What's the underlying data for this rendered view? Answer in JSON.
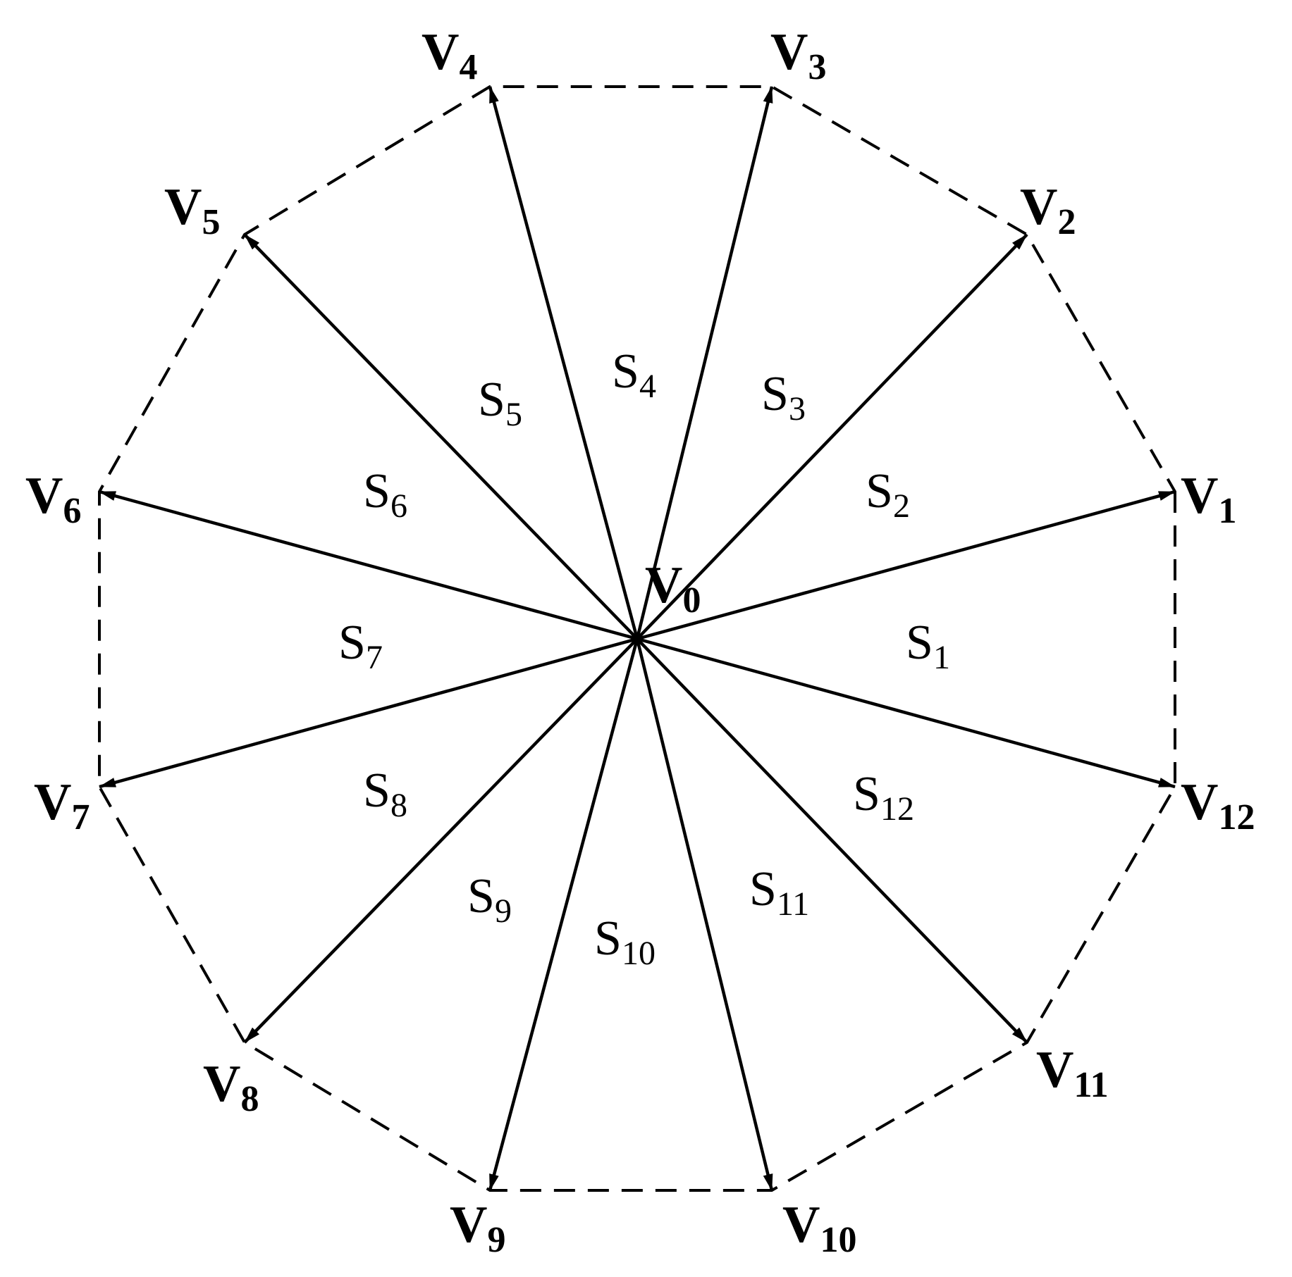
{
  "vectors": [
    {
      "main": "V",
      "sub": "1"
    },
    {
      "main": "V",
      "sub": "2"
    },
    {
      "main": "V",
      "sub": "3"
    },
    {
      "main": "V",
      "sub": "4"
    },
    {
      "main": "V",
      "sub": "5"
    },
    {
      "main": "V",
      "sub": "6"
    },
    {
      "main": "V",
      "sub": "7"
    },
    {
      "main": "V",
      "sub": "8"
    },
    {
      "main": "V",
      "sub": "9"
    },
    {
      "main": "V",
      "sub": "10"
    },
    {
      "main": "V",
      "sub": "11"
    },
    {
      "main": "V",
      "sub": "12"
    }
  ],
  "origin": {
    "main": "V",
    "sub": "0"
  },
  "sectors": [
    {
      "main": "S",
      "sub": "1"
    },
    {
      "main": "S",
      "sub": "2"
    },
    {
      "main": "S",
      "sub": "3"
    },
    {
      "main": "S",
      "sub": "4"
    },
    {
      "main": "S",
      "sub": "5"
    },
    {
      "main": "S",
      "sub": "6"
    },
    {
      "main": "S",
      "sub": "7"
    },
    {
      "main": "S",
      "sub": "8"
    },
    {
      "main": "S",
      "sub": "9"
    },
    {
      "main": "S",
      "sub": "10"
    },
    {
      "main": "S",
      "sub": "11"
    },
    {
      "main": "S",
      "sub": "12"
    }
  ]
}
